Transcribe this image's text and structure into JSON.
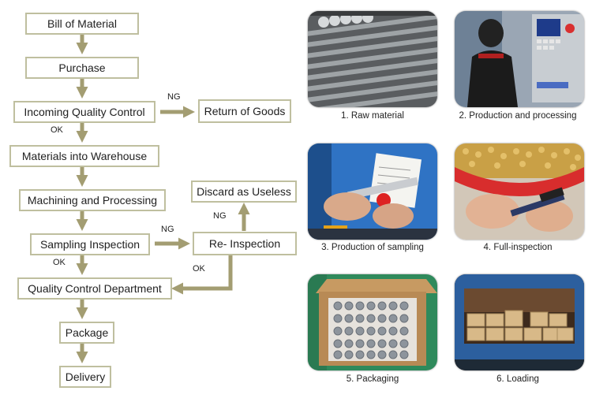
{
  "flow": {
    "steps": [
      "Bill of Material",
      "Purchase",
      "Incoming Quality Control",
      "Materials into Warehouse",
      "Machining and Processing",
      "Sampling Inspection",
      "Quality Control Department",
      "Package",
      "Delivery"
    ],
    "side": {
      "return_goods": "Return of Goods",
      "re_inspection": "Re- Inspection",
      "discard": "Discard as Useless"
    },
    "labels": {
      "ng": "NG",
      "ok": "OK"
    },
    "colors": {
      "box_border": "#bfbf9f",
      "arrow": "#a39d72"
    }
  },
  "photos": [
    {
      "caption": "1. Raw material",
      "icon": "steel-bars-image"
    },
    {
      "caption": "2. Production and processing",
      "icon": "cnc-machine-image"
    },
    {
      "caption": "3. Production of sampling",
      "icon": "caliper-measuring-image"
    },
    {
      "caption": "4. Full-inspection",
      "icon": "part-inspection-image"
    },
    {
      "caption": "5. Packaging",
      "icon": "packed-box-image"
    },
    {
      "caption": "6. Loading",
      "icon": "truck-loading-image"
    }
  ]
}
